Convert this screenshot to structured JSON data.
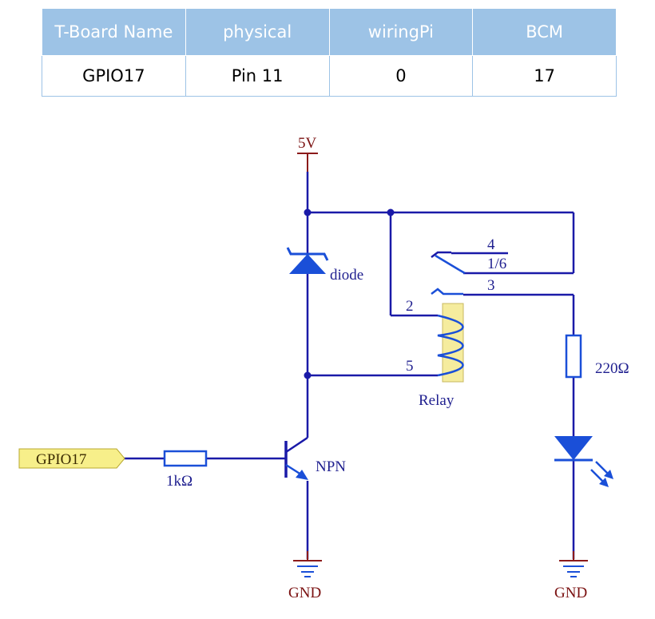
{
  "table": {
    "headers": [
      "T-Board Name",
      "physical",
      "wiringPi",
      "BCM"
    ],
    "rows": [
      [
        "GPIO17",
        "Pin 11",
        "0",
        "17"
      ]
    ]
  },
  "schematic": {
    "supply_label": "5V",
    "gnd_label_left": "GND",
    "gnd_label_right": "GND",
    "diode_label": "diode",
    "gpio_label": "GPIO17",
    "resistor_base_label": "1kΩ",
    "transistor_label": "NPN",
    "relay_label": "Relay",
    "relay_pins": {
      "p4": "4",
      "p16": "1/6",
      "p3": "3",
      "p2": "2",
      "p5": "5"
    },
    "resistor_led_label": "220Ω"
  },
  "colors": {
    "wire": "#1a1aa8",
    "power": "#8b1a1a",
    "component": "#1a4fd8",
    "table_header": "#9dc3e6",
    "relay_body": "#f5ec9e",
    "gpio_flag": "#f7ef8a"
  }
}
